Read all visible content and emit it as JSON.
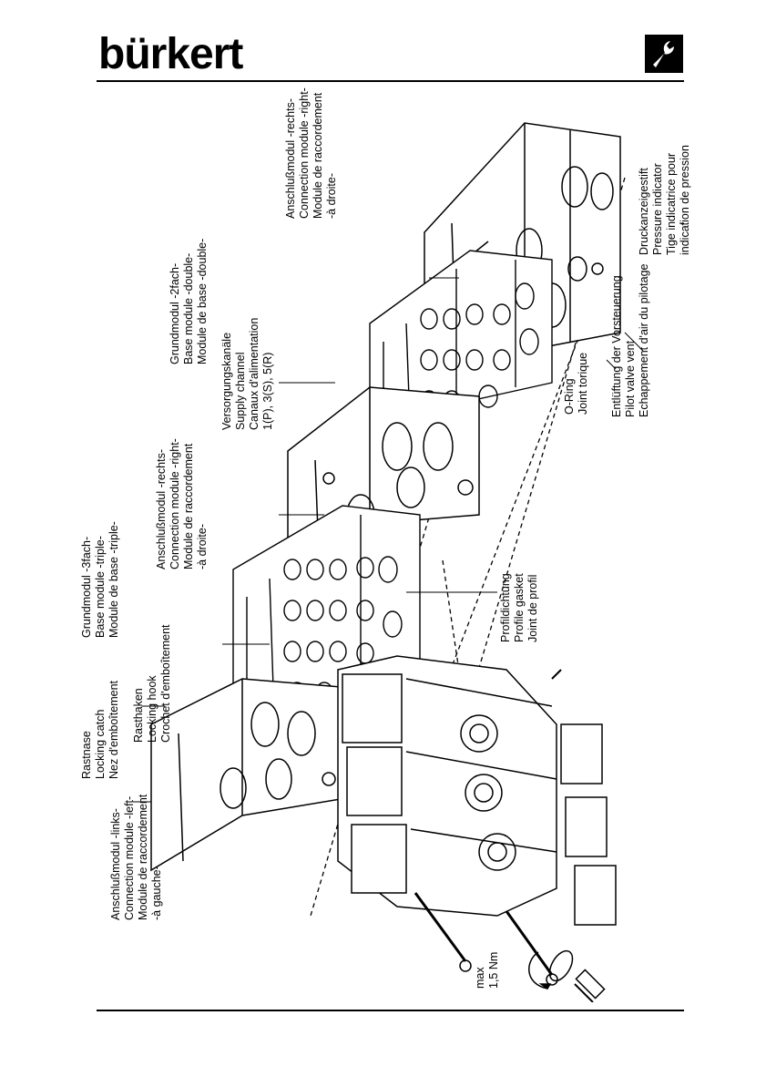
{
  "header": {
    "logo_text": "bürkert",
    "corner_icon": "wrench-icon"
  },
  "labels": {
    "connection_left": [
      "Anschlußmodul -links-",
      "Connection module -left-",
      "Module de raccordement",
      "-à gauche-"
    ],
    "locking_catch": [
      "Rastnase",
      "Locking catch",
      "Nez d'emboîtement"
    ],
    "locking_hook": [
      "Rasthaken",
      "Locking hook",
      "Crochet d'emboîtement"
    ],
    "base_triple": [
      "Grundmodul -3fach-",
      "Base module -triple-",
      "Module de base -triple-"
    ],
    "connection_right_1": [
      "Anschlußmodul -rechts-",
      "Connection module -right-",
      "Module de raccordement",
      "-à droite-"
    ],
    "supply_channel": [
      "Versorgungskanäle",
      "Supply channel",
      "Canaux d'alimentation",
      "1(P), 3(S), 5(R)"
    ],
    "base_double": [
      "Grundmodul -2fach-",
      "Base module -double-",
      "Module de base -double-"
    ],
    "connection_right_2": [
      "Anschlußmodul -rechts-",
      "Connection module -right-",
      "Module de raccordement",
      "-à droite-"
    ],
    "profile_gasket": [
      "Profildichtung",
      "Profile gasket",
      "Joint de profil"
    ],
    "o_ring": [
      "O-Ring",
      "Joint torique"
    ],
    "pilot_vent": [
      "Entlüftung der Vorsteuerung",
      "Pilot valve vent",
      "Echappement d'air du pilotage"
    ],
    "pressure_indicator": [
      "Druckanzeigestift",
      "Pressure indicator",
      "Tige indicatrice pour",
      "indication de pression"
    ],
    "torque": [
      "max",
      "1,5 Nm"
    ]
  }
}
